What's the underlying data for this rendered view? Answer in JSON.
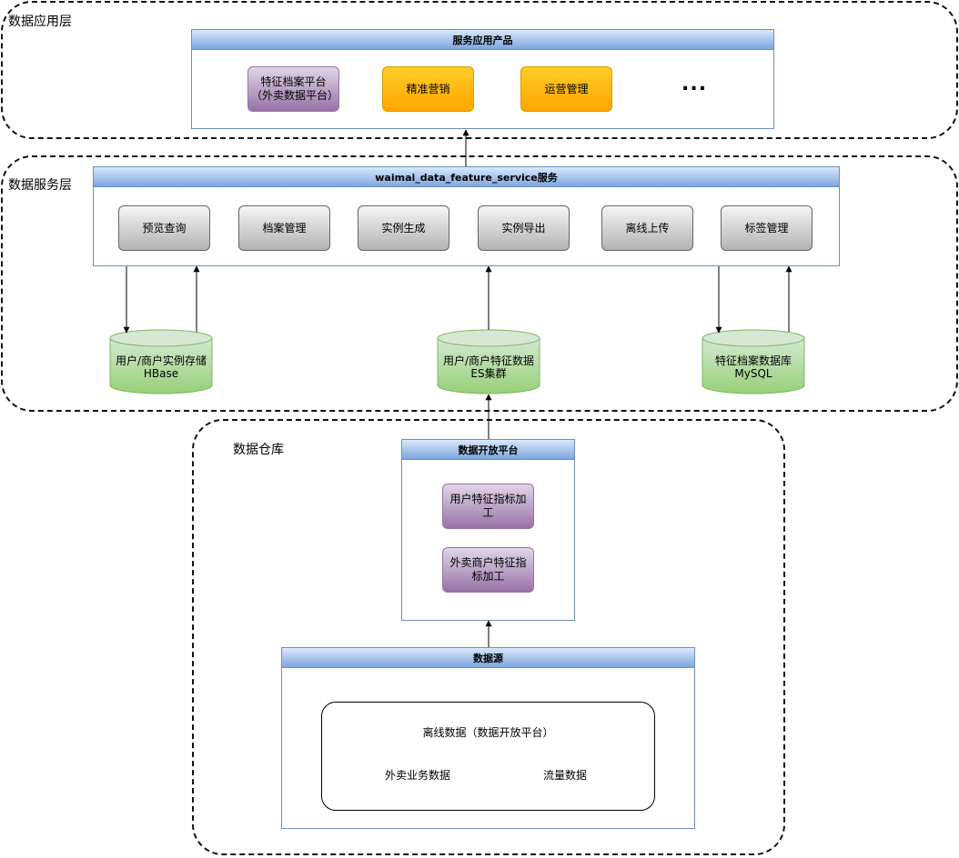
{
  "layers": {
    "app": {
      "label": "数据应用层"
    },
    "service": {
      "label": "数据服务层"
    },
    "warehouse": {
      "label": "数据仓库"
    }
  },
  "app_panel": {
    "title": "服务应用产品",
    "items": [
      "特征档案平台（外卖数据平台）",
      "精准营销",
      "运营管理"
    ],
    "more": "..."
  },
  "service_panel": {
    "title": "waimai_data_feature_service服务",
    "items": [
      "预览查询",
      "档案管理",
      "实例生成",
      "实例导出",
      "离线上传",
      "标签管理"
    ]
  },
  "stores": [
    {
      "line1": "用户/商户实例存储",
      "line2": "HBase"
    },
    {
      "line1": "用户/商户特征数据",
      "line2": "ES集群"
    },
    {
      "line1": "特征档案数据库",
      "line2": "MySQL"
    }
  ],
  "open_platform": {
    "title": "数据开放平台",
    "items": [
      "用户特征指标加工",
      "外卖商户特征指标加工"
    ]
  },
  "source_panel": {
    "title": "数据源",
    "offline_label": "离线数据（数据开放平台）",
    "stores": [
      "外卖业务数据",
      "流量数据"
    ]
  },
  "colors": {
    "panel_border": "#6c8ebf",
    "purple": "#e1d5e7",
    "orange": "#ffa500",
    "gray": "#b3b3b3",
    "green": "#97d077",
    "yellow": "#ffe599"
  }
}
